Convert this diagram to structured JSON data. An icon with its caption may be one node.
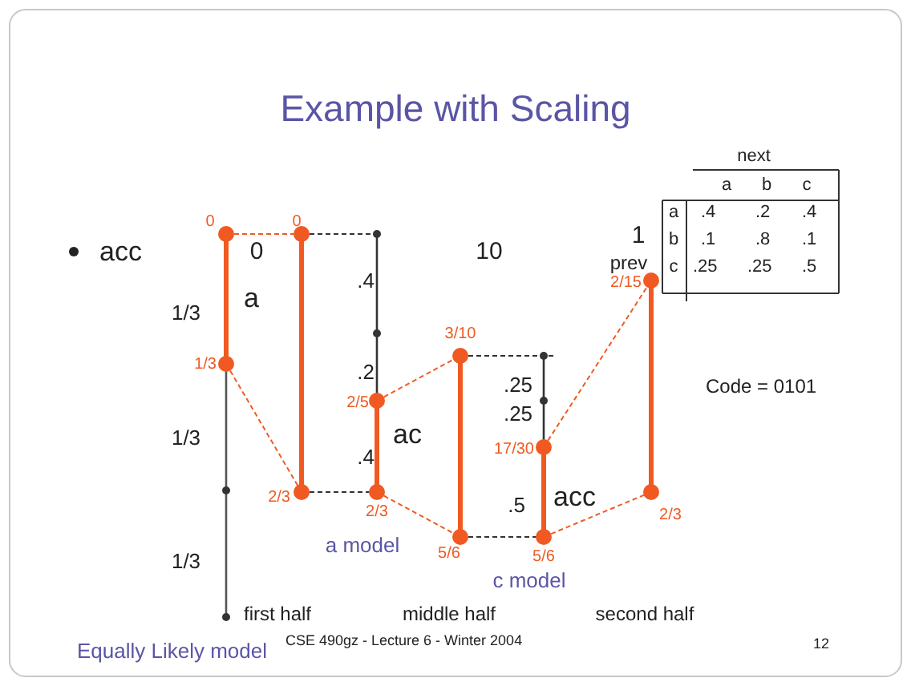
{
  "diagram": {
    "title": "Example with Scaling",
    "labels": [
      "acc",
      "0",
      "10",
      "1",
      "next",
      "a",
      "b",
      "c",
      "a",
      ".4",
      ".2",
      ".4",
      "b",
      ".1",
      ".8",
      ".1",
      "prev",
      "c",
      ".25",
      ".25",
      ".5",
      "0",
      "0",
      "1/3",
      "a",
      ".4",
      "1/3",
      "3/10",
      ".2",
      "2/5",
      ".25",
      ".25",
      "Code = 0101",
      "2/15",
      "1/3",
      "ac",
      "17/30",
      ".4",
      "acc",
      ".5",
      "2/3",
      "2/3",
      "2/3",
      "a model",
      "5/6",
      "5/6",
      "c model",
      "1/3",
      "first half",
      "middle half",
      "second half",
      "Equally Likely model",
      "CSE 490gz - Lecture 6 - Winter 2004",
      "12"
    ]
  }
}
